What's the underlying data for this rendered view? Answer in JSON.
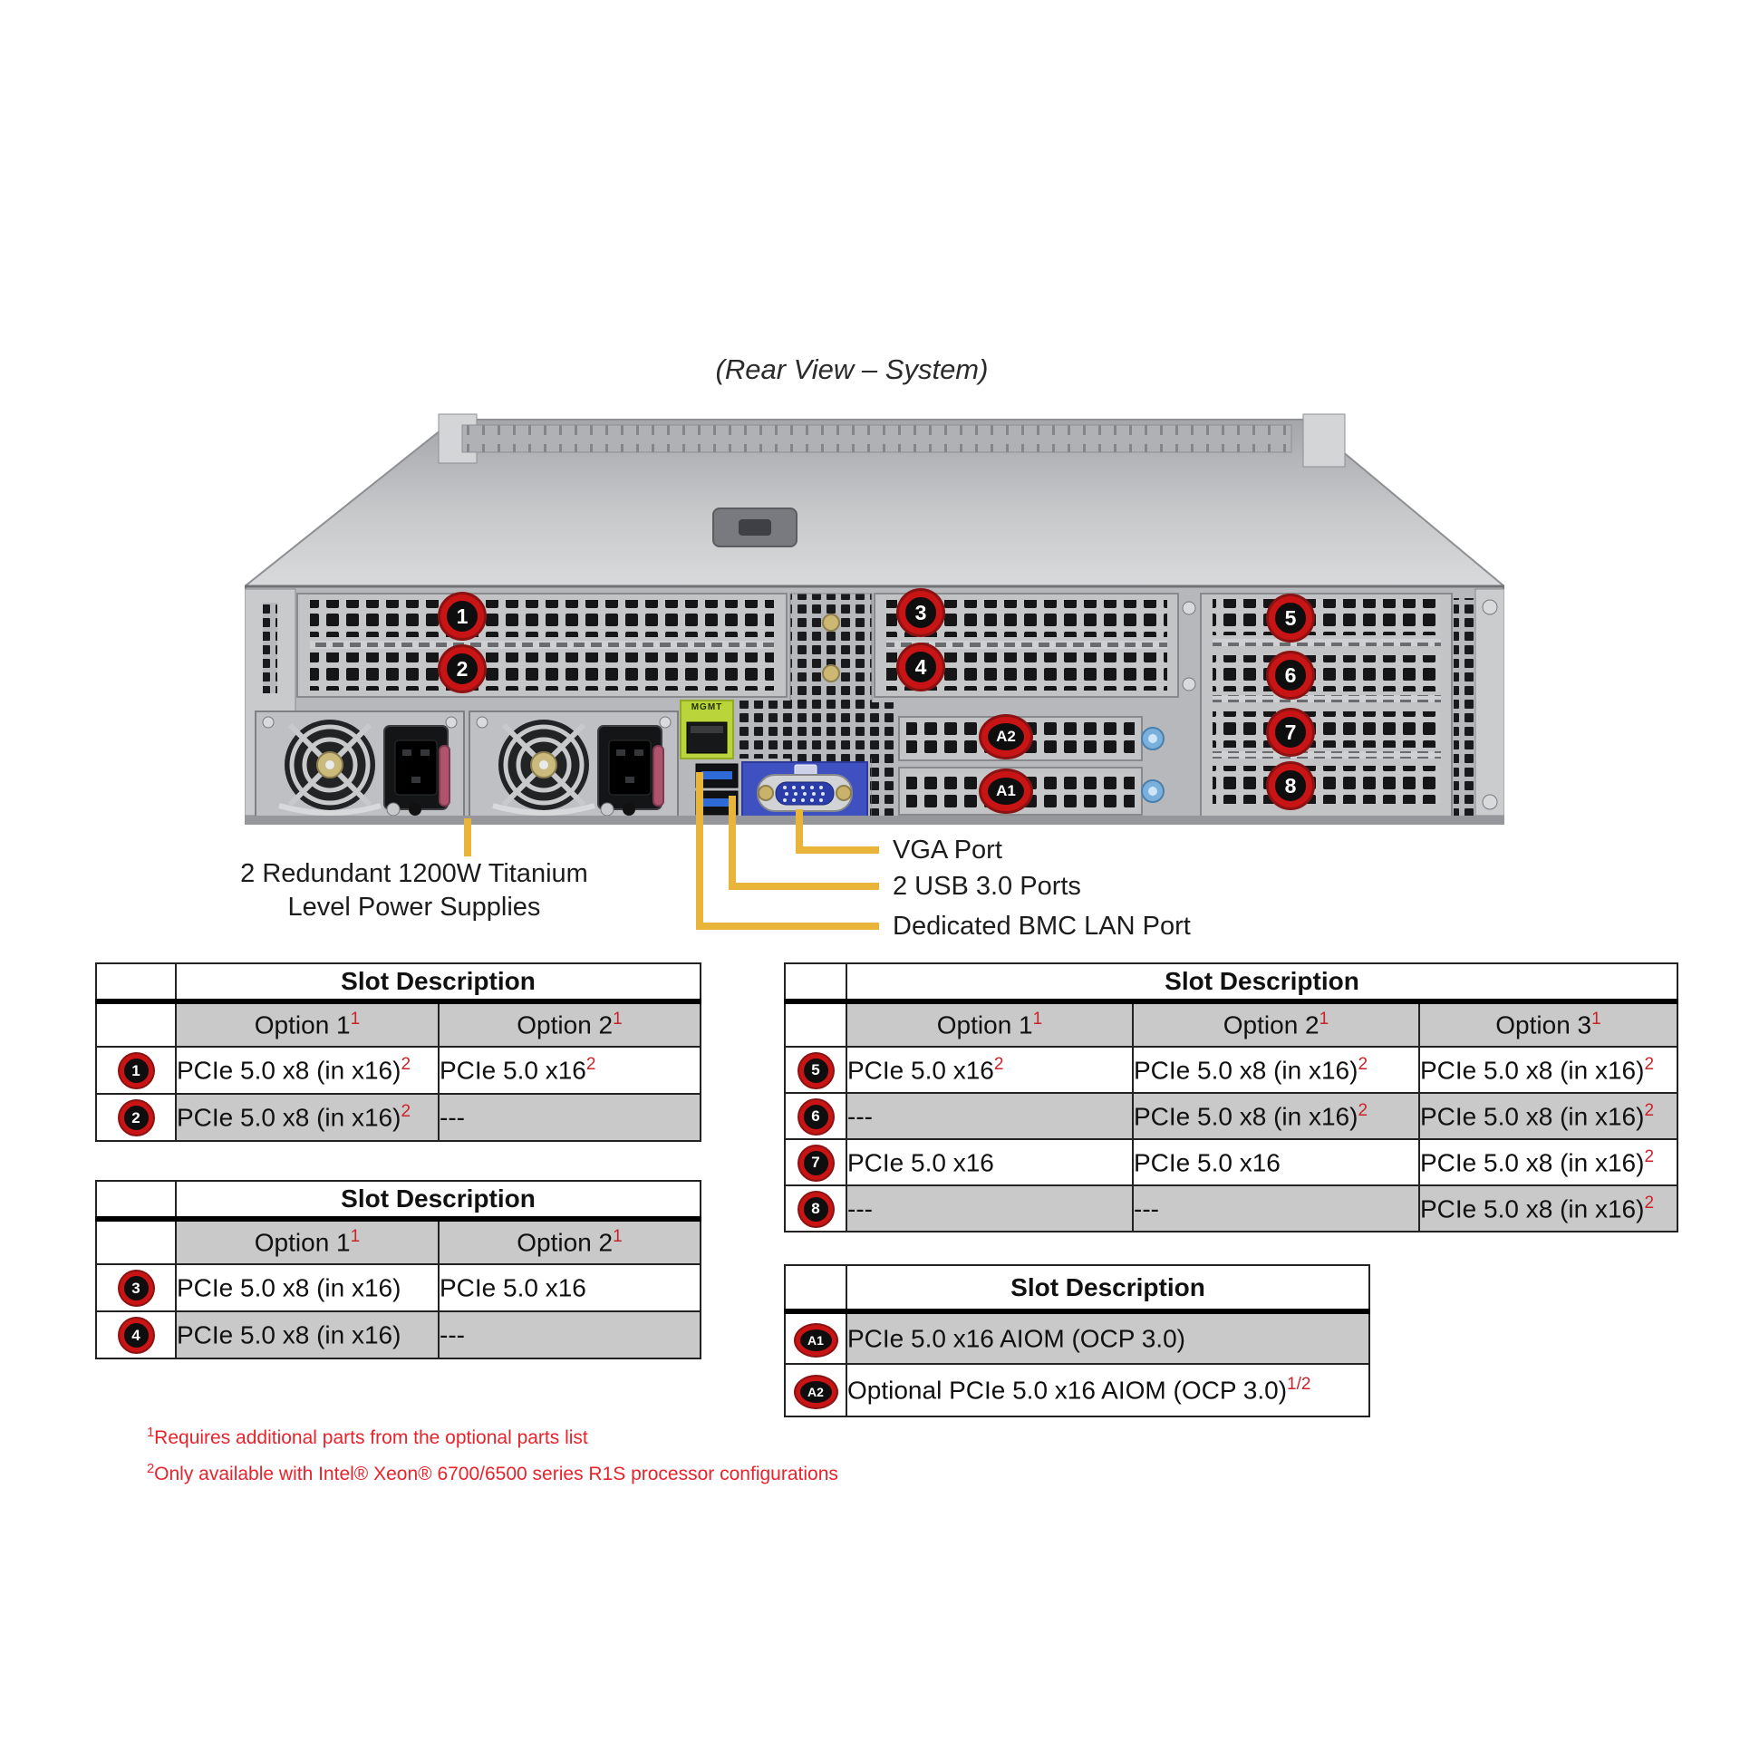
{
  "title": "(Rear View – System)",
  "colors": {
    "callout_yellow": "#e8b43a",
    "badge_red": "#c81414",
    "table_gray": "#c9c9c9",
    "footnote_red": "#e8232b",
    "mgmt_green": "#b9d53b",
    "vga_blue": "#3f51c1",
    "usb_blue": "#2f6bd6"
  },
  "server": {
    "mgmt_label": "MGMT",
    "badges": [
      "1",
      "2",
      "3",
      "4",
      "5",
      "6",
      "7",
      "8",
      "A2",
      "A1"
    ]
  },
  "callouts": {
    "psu_line1": "2 Redundant 1200W Titanium",
    "psu_line2": "Level Power Supplies",
    "vga": "VGA Port",
    "usb": "2 USB 3.0 Ports",
    "bmc": "Dedicated BMC LAN Port"
  },
  "tables": {
    "t12": {
      "header": "Slot Description",
      "options": [
        {
          "text": "Option 1",
          "sup": "1"
        },
        {
          "text": "Option 2",
          "sup": "1"
        }
      ],
      "rows": [
        {
          "badge": "1",
          "cells": [
            {
              "text": "PCIe 5.0 x8 (in x16)",
              "sup": "2"
            },
            {
              "text": "PCIe 5.0 x16",
              "sup": "2"
            }
          ]
        },
        {
          "badge": "2",
          "cells": [
            {
              "text": "PCIe 5.0 x8 (in x16)",
              "sup": "2"
            },
            {
              "text": "---",
              "sup": ""
            }
          ]
        }
      ]
    },
    "t34": {
      "header": "Slot Description",
      "options": [
        {
          "text": "Option 1",
          "sup": "1"
        },
        {
          "text": "Option 2",
          "sup": "1"
        }
      ],
      "rows": [
        {
          "badge": "3",
          "cells": [
            {
              "text": "PCIe 5.0 x8 (in x16)",
              "sup": ""
            },
            {
              "text": "PCIe 5.0 x16",
              "sup": ""
            }
          ]
        },
        {
          "badge": "4",
          "cells": [
            {
              "text": "PCIe 5.0 x8 (in x16)",
              "sup": ""
            },
            {
              "text": "---",
              "sup": ""
            }
          ]
        }
      ]
    },
    "t58": {
      "header": "Slot Description",
      "options": [
        {
          "text": "Option 1",
          "sup": "1"
        },
        {
          "text": "Option 2",
          "sup": "1"
        },
        {
          "text": "Option 3",
          "sup": "1"
        }
      ],
      "rows": [
        {
          "badge": "5",
          "cells": [
            {
              "text": "PCIe 5.0 x16",
              "sup": "2"
            },
            {
              "text": "PCIe 5.0 x8 (in x16)",
              "sup": "2"
            },
            {
              "text": "PCIe 5.0 x8 (in x16)",
              "sup": "2"
            }
          ]
        },
        {
          "badge": "6",
          "cells": [
            {
              "text": "---",
              "sup": ""
            },
            {
              "text": "PCIe 5.0 x8 (in x16)",
              "sup": "2"
            },
            {
              "text": "PCIe 5.0 x8 (in x16)",
              "sup": "2"
            }
          ]
        },
        {
          "badge": "7",
          "cells": [
            {
              "text": "PCIe 5.0 x16",
              "sup": ""
            },
            {
              "text": "PCIe 5.0 x16",
              "sup": ""
            },
            {
              "text": "PCIe 5.0 x8 (in x16)",
              "sup": "2"
            }
          ]
        },
        {
          "badge": "8",
          "cells": [
            {
              "text": "---",
              "sup": ""
            },
            {
              "text": "---",
              "sup": ""
            },
            {
              "text": "PCIe 5.0 x8 (in x16)",
              "sup": "2"
            }
          ]
        }
      ]
    },
    "ta": {
      "header": "Slot Description",
      "rows": [
        {
          "badge": "A1",
          "cells": [
            {
              "text": "PCIe 5.0 x16 AIOM (OCP 3.0)",
              "sup": ""
            }
          ]
        },
        {
          "badge": "A2",
          "cells": [
            {
              "text": "Optional PCIe 5.0 x16 AIOM (OCP 3.0)",
              "sup": "1/2"
            }
          ]
        }
      ]
    }
  },
  "footnotes": [
    {
      "sup": "1",
      "text": "Requires additional parts from the optional parts list"
    },
    {
      "sup": "2",
      "text": "Only available with Intel® Xeon® 6700/6500 series R1S processor configurations"
    }
  ]
}
